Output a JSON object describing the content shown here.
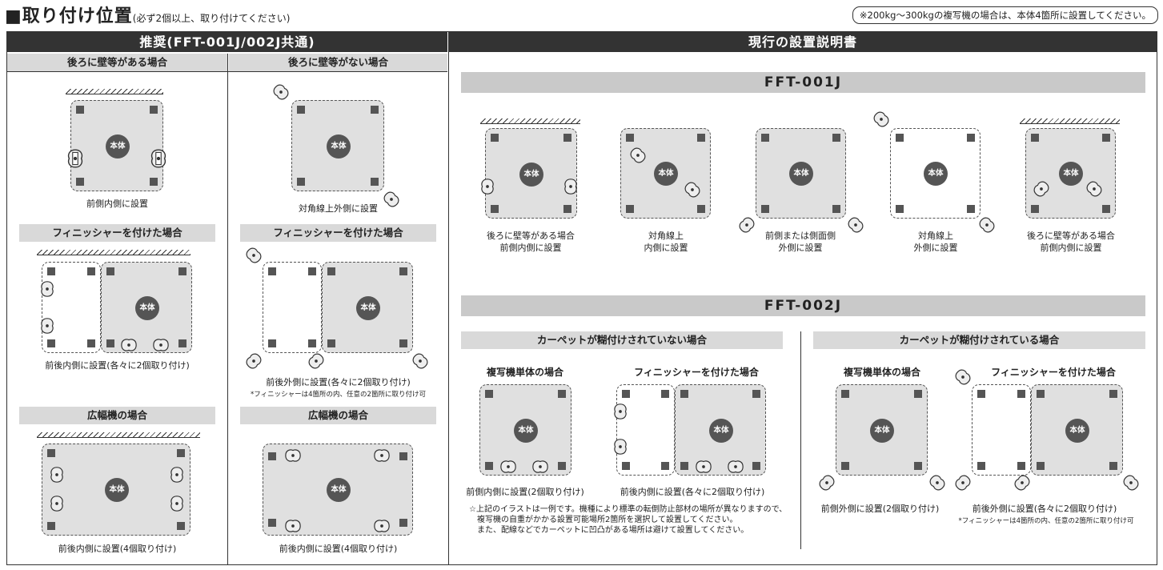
{
  "header": {
    "title": "■取り付け位置",
    "title_sub": "(必ず2個以上、取り付けてください)",
    "note": "※200kg〜300kgの複写機の場合は、本体4箇所に設置してください。"
  },
  "body_label": "本体",
  "left": {
    "header": "推奨(FFT-001J/002J共通)",
    "col1": {
      "header": "後ろに壁等がある場合",
      "cap1": "前側内側に設置",
      "sec2": "フィニッシャーを付けた場合",
      "cap2": "前後内側に設置(各々に2個取り付け)",
      "sec3": "広幅機の場合",
      "cap3": "前後内側に設置(4個取り付け)"
    },
    "col2": {
      "header": "後ろに壁等がない場合",
      "cap1": "対角線上外側に設置",
      "sec2": "フィニッシャーを付けた場合",
      "cap2": "前後外側に設置(各々に2個取り付け)",
      "cap2_note": "*フィニッシャーは4箇所の内、任意の2箇所に取り付け可",
      "sec3": "広幅機の場合",
      "cap3": "前後内側に設置(4個取り付け)"
    }
  },
  "right": {
    "header": "現行の設置説明書",
    "fft001": {
      "title": "FFT-001J",
      "items": [
        {
          "line1": "後ろに壁等がある場合",
          "line2": "前側内側に設置"
        },
        {
          "line1": "対角線上",
          "line2": "内側に設置"
        },
        {
          "line1": "前側または側面側",
          "line2": "外側に設置"
        },
        {
          "line1": "対角線上",
          "line2": "外側に設置"
        },
        {
          "line1": "後ろに壁等がある場合",
          "line2": "前側内側に設置"
        }
      ]
    },
    "fft002": {
      "title": "FFT-002J",
      "left_header": "カーペットが糊付けされていない場合",
      "right_header": "カーペットが糊付けされている場合",
      "l_sub1": "複写機単体の場合",
      "l_sub2": "フィニッシャーを付けた場合",
      "l_cap1": "前側内側に設置(2個取り付け)",
      "l_cap2": "前後内側に設置(各々に2個取り付け)",
      "footnote1": "☆上記のイラストは一例です。機種により標準の転倒防止部材の場所が異なりますので、",
      "footnote2": "複写機の自重がかかる設置可能場所2箇所を選択して設置してください。",
      "footnote3": "また、配線などでカーペットに凹凸がある場所は避けて設置してください。",
      "r_sub1": "複写機単体の場合",
      "r_sub2": "フィニッシャーを付けた場合",
      "r_cap1": "前側外側に設置(2個取り付け)",
      "r_cap2": "前後外側に設置(各々に2個取り付け)",
      "r_cap2_note": "*フィニッシャーは4箇所の内、任意の2箇所に取り付け可"
    }
  }
}
